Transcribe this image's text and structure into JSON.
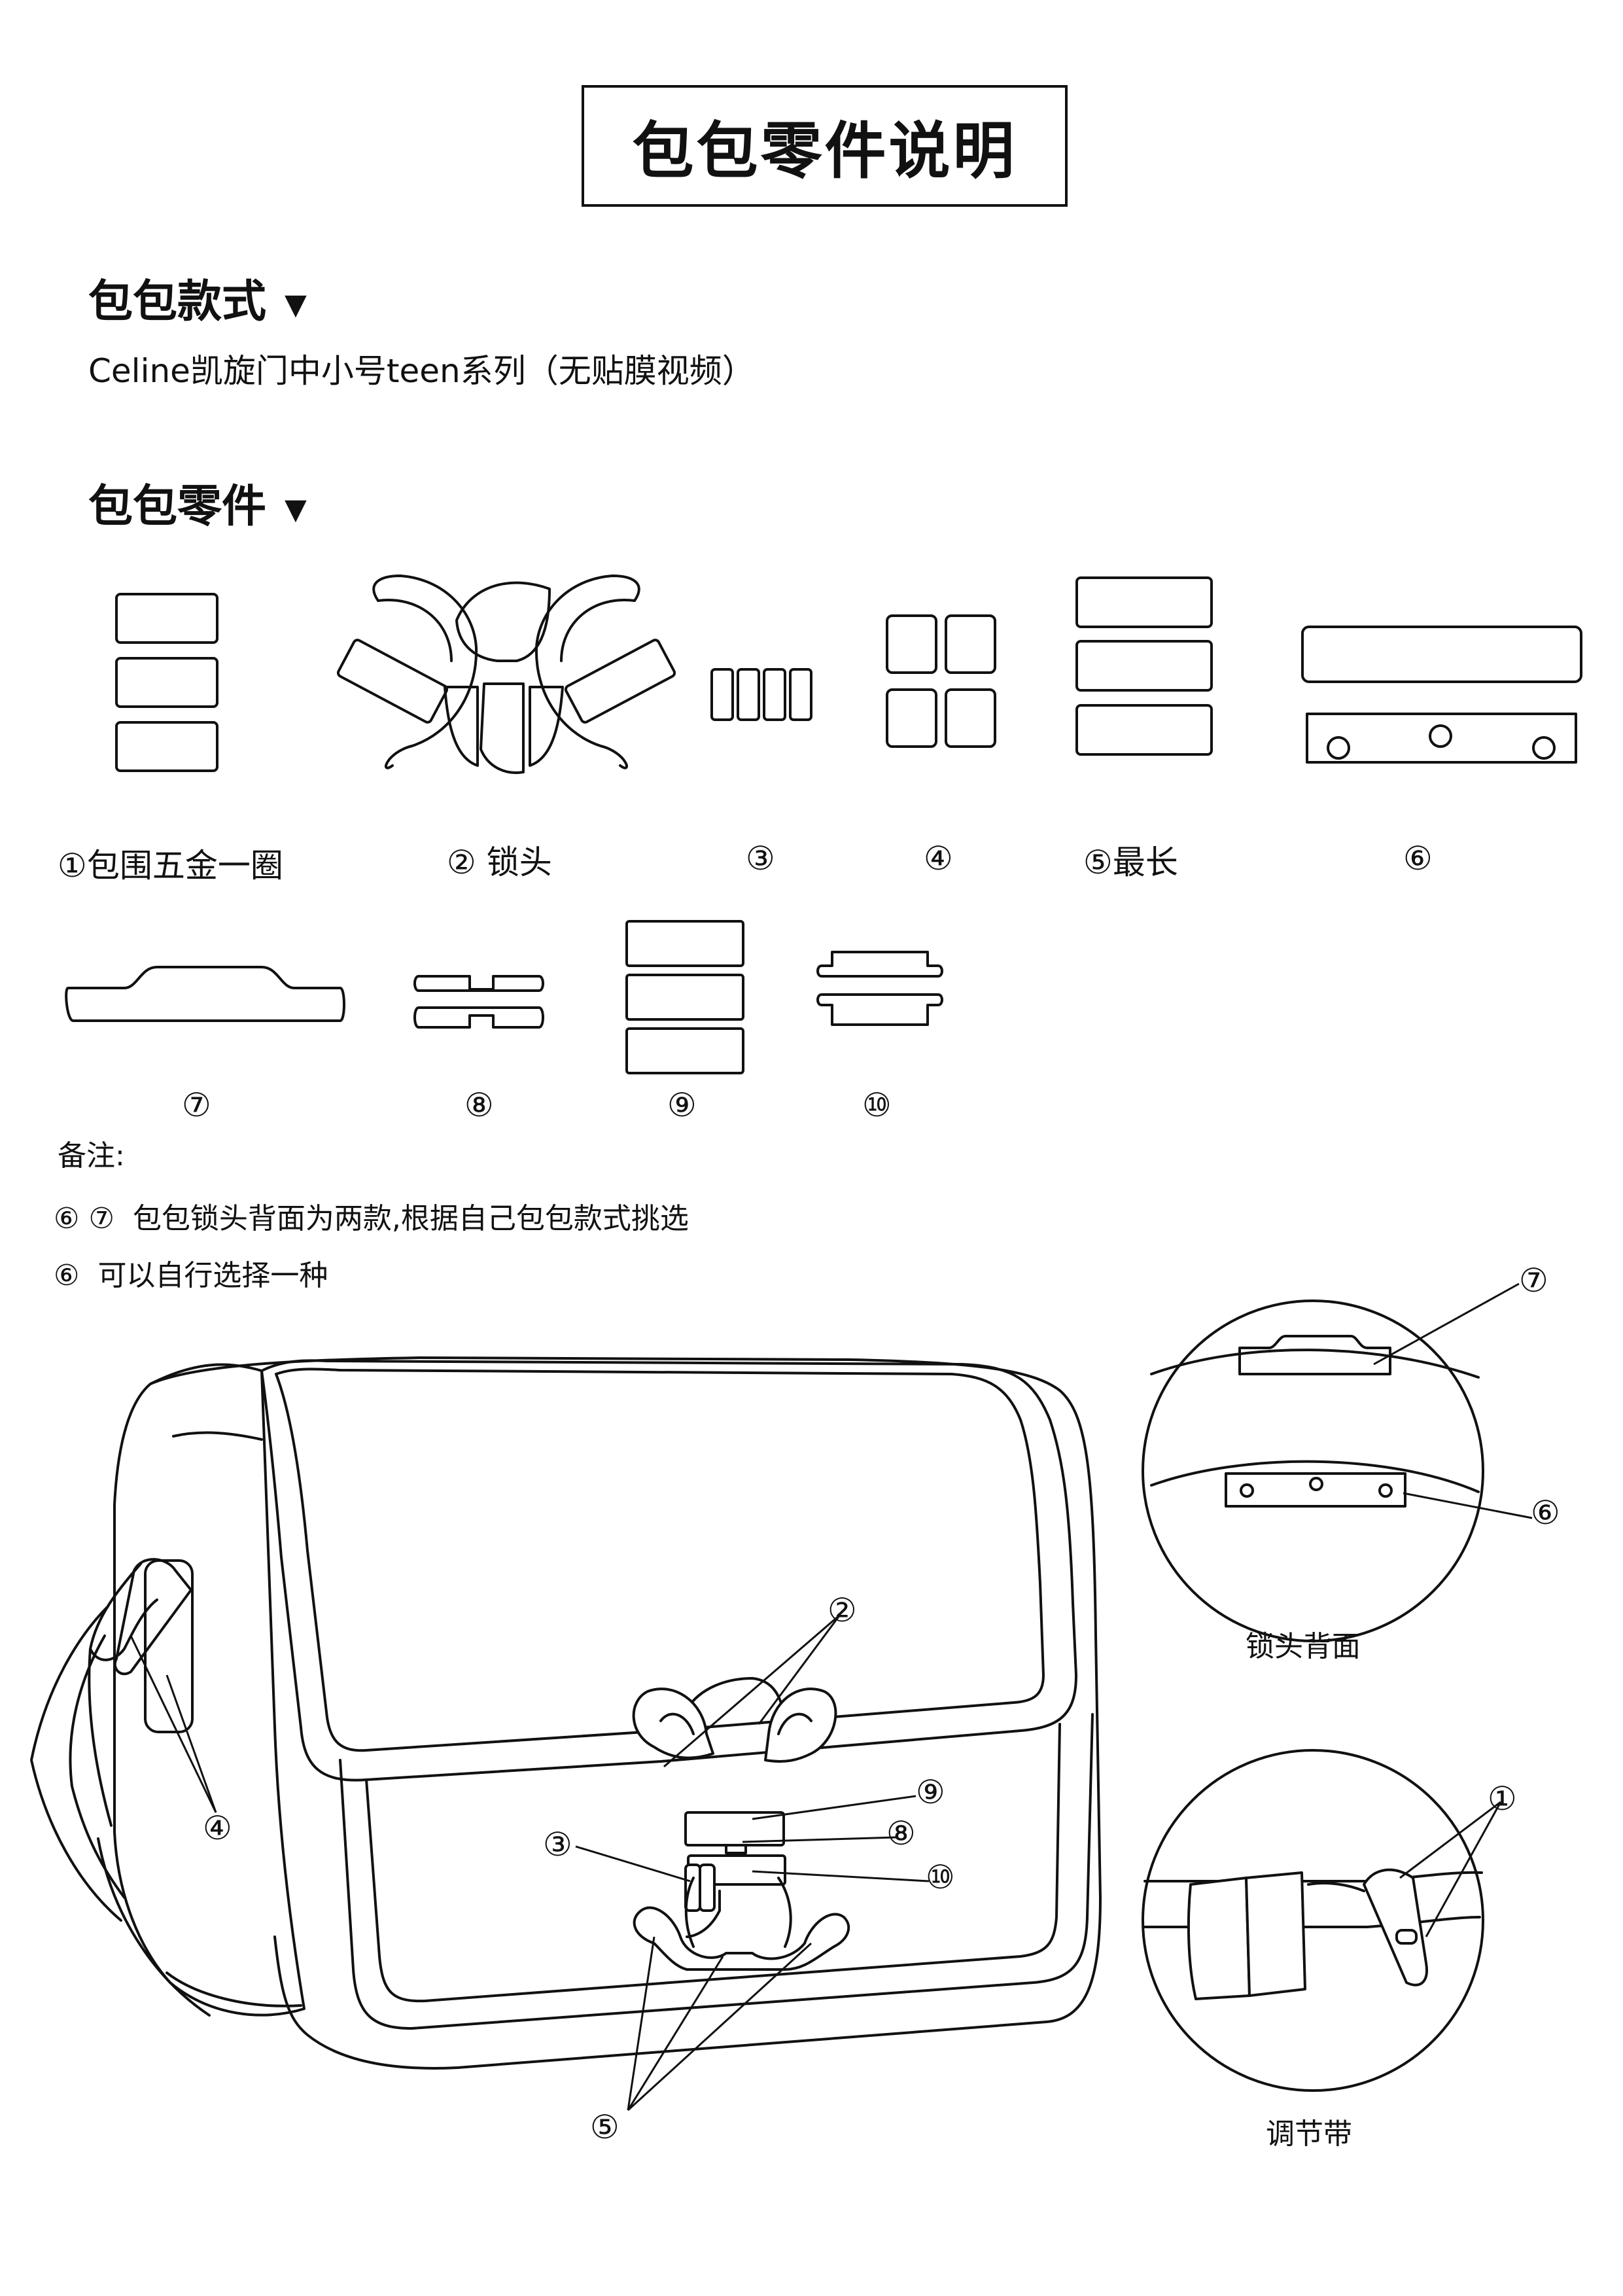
{
  "title": "包包零件说明",
  "style_section": {
    "heading": "包包款式",
    "text": "Celine凯旋门中小号teen系列（无贴膜视频）"
  },
  "parts_section": {
    "heading": "包包零件"
  },
  "parts": [
    {
      "num": "1",
      "label": "包围五金一圈"
    },
    {
      "num": "2",
      "label": "锁头"
    },
    {
      "num": "3",
      "label": ""
    },
    {
      "num": "4",
      "label": ""
    },
    {
      "num": "5",
      "label": "最长"
    },
    {
      "num": "6",
      "label": ""
    },
    {
      "num": "7",
      "label": ""
    },
    {
      "num": "8",
      "label": ""
    },
    {
      "num": "9",
      "label": ""
    },
    {
      "num": "10",
      "label": ""
    }
  ],
  "notes": {
    "heading": "备注:",
    "line1_nums": [
      "6",
      "7"
    ],
    "line1_text": "包包锁头背面为两款,根据自己包包款式挑选",
    "line2_num": "6",
    "line2_text": "可以自行选择一种"
  },
  "diagram_callouts": [
    "2",
    "9",
    "8",
    "3",
    "10",
    "4",
    "5"
  ],
  "detail_callouts": [
    "7",
    "6",
    "1"
  ],
  "captions": {
    "lock_back": "锁头背面",
    "strap": "调节带"
  }
}
